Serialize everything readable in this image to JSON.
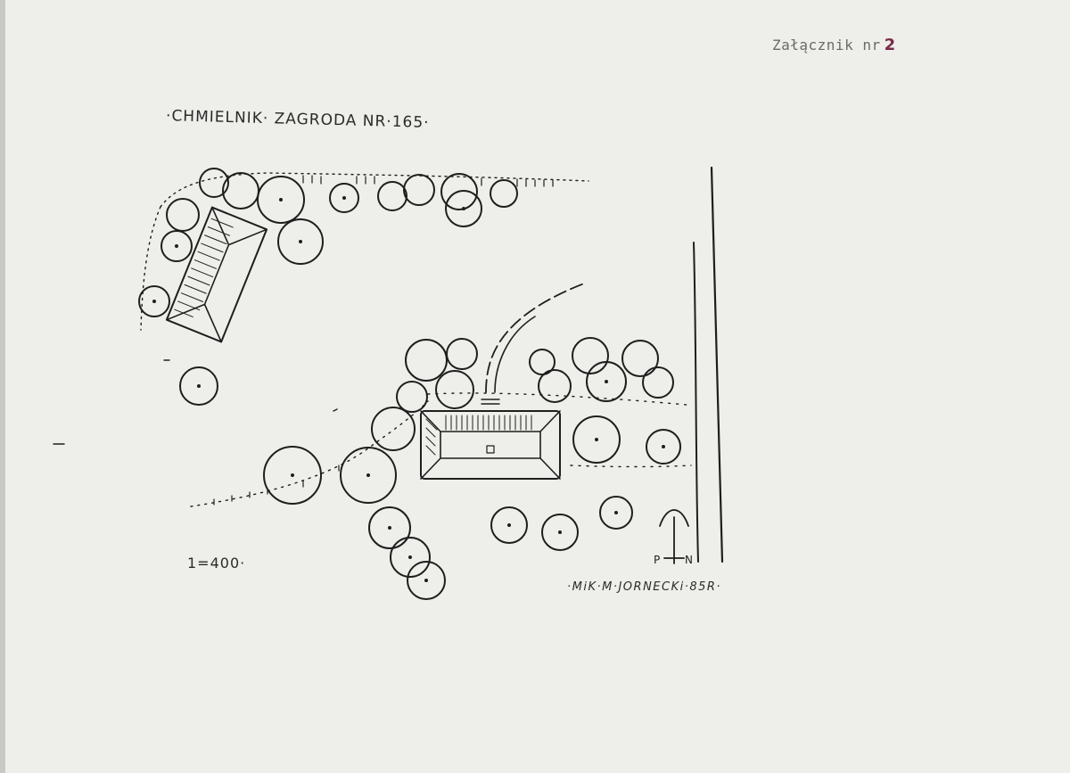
{
  "attachment": {
    "label": "Załącznik nr",
    "number": "2"
  },
  "plan": {
    "title": "·CHMIELNIK· ZAGRODA NR·165·",
    "scale": "1=400·",
    "author": "·MiK·M·JORNECKi·85R·",
    "compass_left": "P",
    "compass_right": "N"
  },
  "colors": {
    "paper": "#eeeeea",
    "ink": "#1e1e1e",
    "attachment_number": "#7a2a4a"
  }
}
